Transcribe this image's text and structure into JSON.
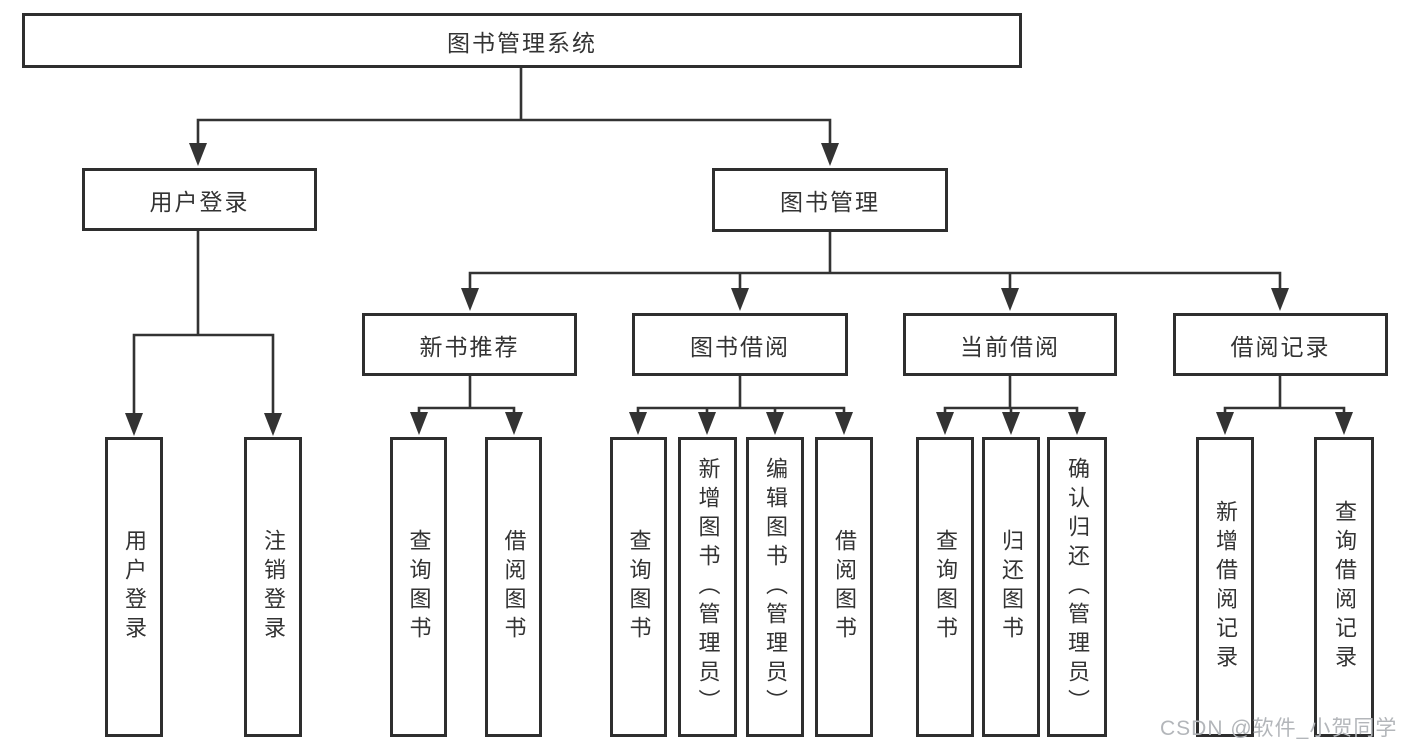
{
  "diagram_type": "hierarchy-tree",
  "colors": {
    "background": "#ffffff",
    "box_fill": "#ffffff",
    "box_border": "#2e2e2e",
    "line": "#333333",
    "text": "#333333",
    "watermark_text_color": "#b3b6ba"
  },
  "watermark": {
    "text": "CSDN @软件_小贺同学"
  },
  "tree": {
    "root": {
      "label": "图书管理系统",
      "children": [
        {
          "label": "用户登录",
          "children": [
            {
              "label": "用户登录"
            },
            {
              "label": "注销登录"
            }
          ]
        },
        {
          "label": "图书管理",
          "children": [
            {
              "label": "新书推荐",
              "children": [
                {
                  "label": "查询图书"
                },
                {
                  "label": "借阅图书"
                }
              ]
            },
            {
              "label": "图书借阅",
              "children": [
                {
                  "label": "查询图书"
                },
                {
                  "label": "新增图书（管理员）"
                },
                {
                  "label": "编辑图书（管理员）"
                },
                {
                  "label": "借阅图书"
                }
              ]
            },
            {
              "label": "当前借阅",
              "children": [
                {
                  "label": "查询图书"
                },
                {
                  "label": "归还图书"
                },
                {
                  "label": "确认归还（管理员）"
                }
              ]
            },
            {
              "label": "借阅记录",
              "children": [
                {
                  "label": "新增借阅记录"
                },
                {
                  "label": "查询借阅记录"
                }
              ]
            }
          ]
        }
      ]
    }
  }
}
